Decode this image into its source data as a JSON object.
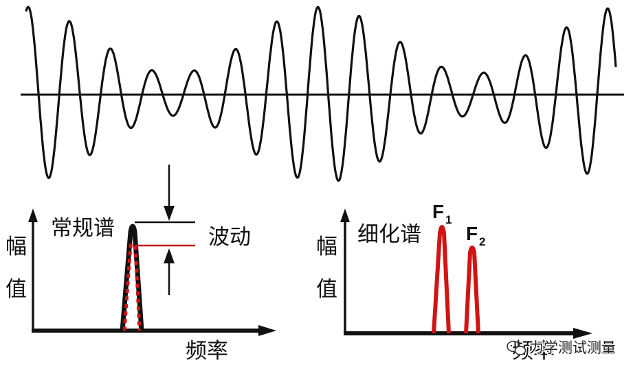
{
  "waveform": {
    "description_free": true
  },
  "left_panel": {
    "y_axis_label_1": "幅",
    "y_axis_label_2": "值",
    "x_axis_label": "频率",
    "spectrum_label": "常规谱",
    "fluctuation_label": "波动"
  },
  "right_panel": {
    "y_axis_label_1": "幅",
    "y_axis_label_2": "值",
    "x_axis_label": "频率",
    "spectrum_label": "细化谱",
    "peak1_main": "F",
    "peak1_sub": "1",
    "peak2_main": "F",
    "peak2_sub": "2"
  },
  "watermark": {
    "text": "力学测试测量"
  },
  "colors": {
    "ink": "#111111",
    "red": "#d01414"
  }
}
